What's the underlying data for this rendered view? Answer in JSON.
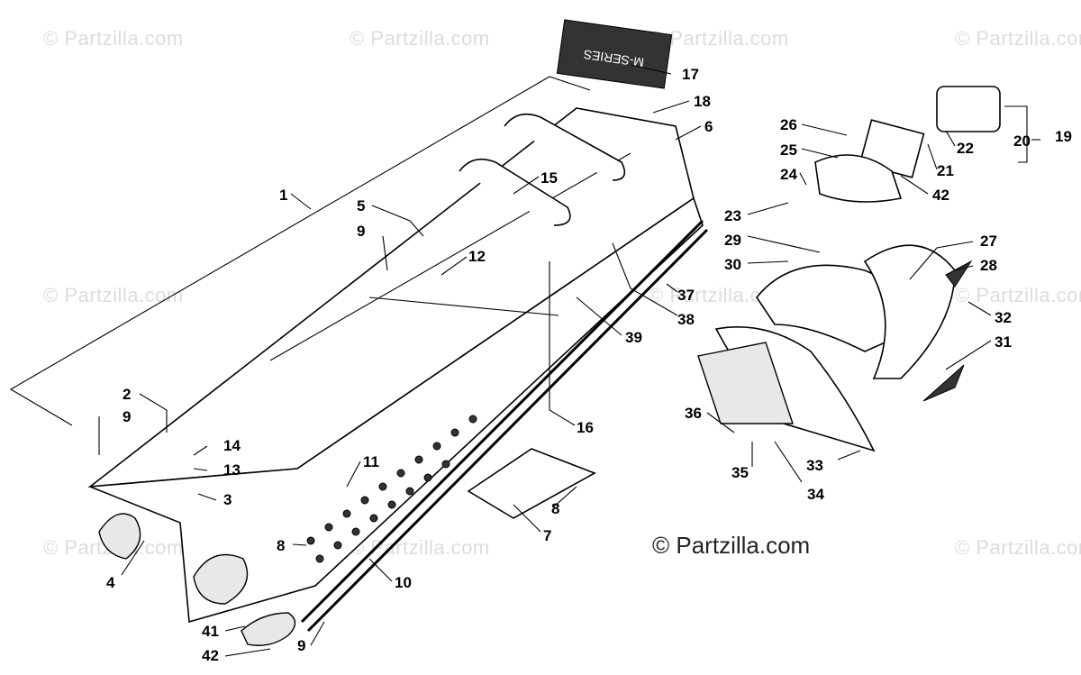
{
  "watermark_text": "© Partzilla.com",
  "copyright_text": "© Partzilla.com",
  "decal_text": "M-SERIES",
  "callouts": [
    "1",
    "2",
    "9",
    "3",
    "4",
    "14",
    "13",
    "8",
    "41",
    "42",
    "9",
    "10",
    "11",
    "5",
    "9",
    "12",
    "15",
    "17",
    "18",
    "6",
    "16",
    "39",
    "38",
    "37",
    "7",
    "8",
    "26",
    "25",
    "24",
    "23",
    "29",
    "30",
    "27",
    "28",
    "32",
    "31",
    "36",
    "35",
    "33",
    "34",
    "20",
    "19",
    "22",
    "21",
    "42"
  ]
}
